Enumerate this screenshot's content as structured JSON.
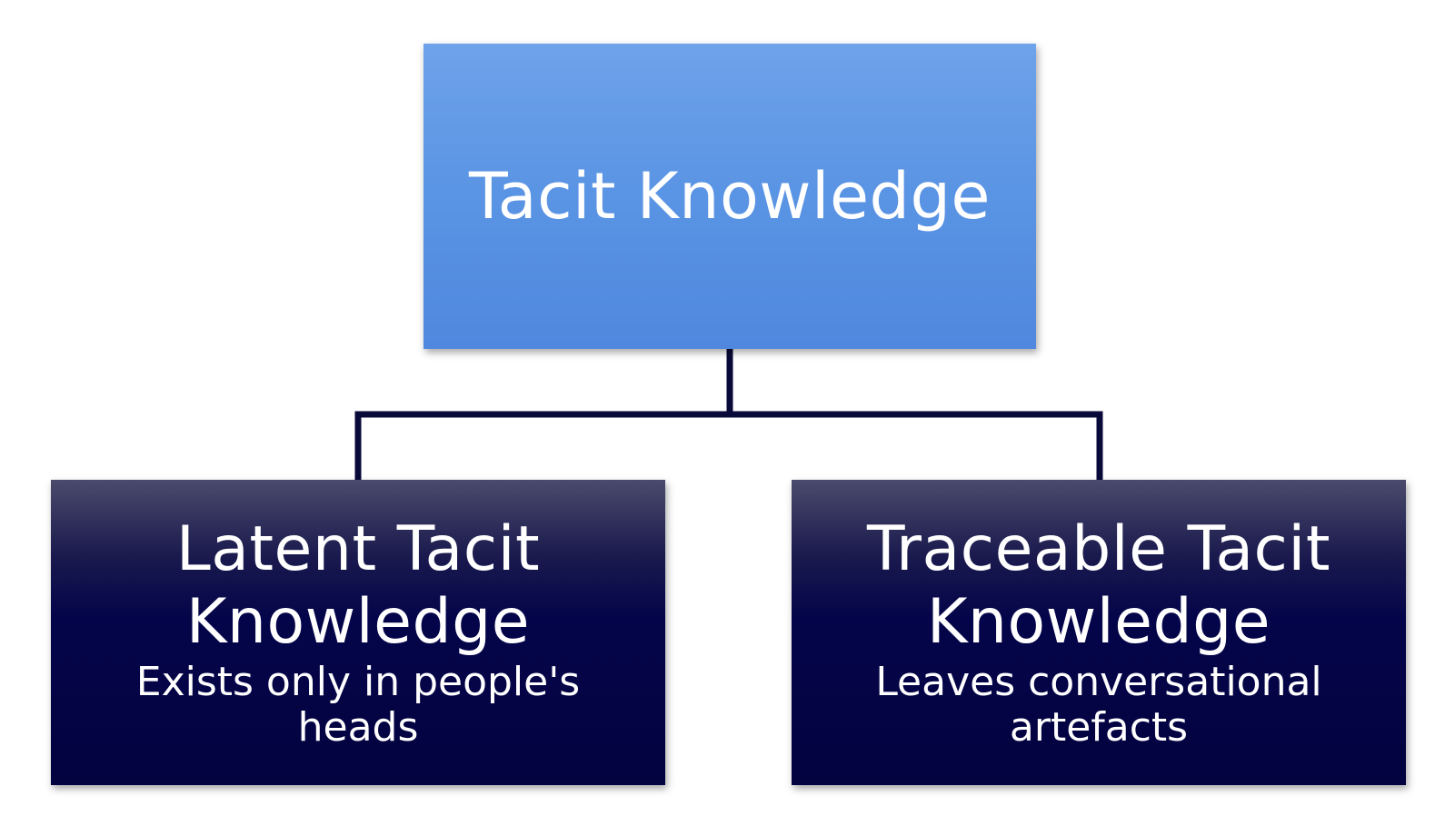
{
  "diagram": {
    "root": {
      "title": "Tacit Knowledge"
    },
    "children": [
      {
        "title": "Latent Tacit Knowledge",
        "description": "Exists only in people's heads"
      },
      {
        "title": "Traceable Tacit Knowledge",
        "description": "Leaves conversational artefacts"
      }
    ],
    "colors": {
      "root_fill": "#5b95e4",
      "child_fill": "#04044a",
      "connector": "#0a0a3a",
      "text": "#ffffff"
    }
  }
}
